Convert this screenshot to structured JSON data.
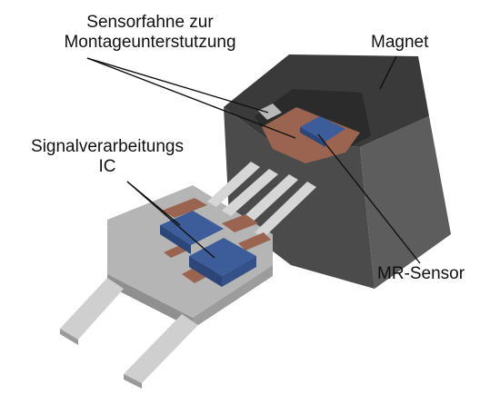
{
  "labels": {
    "sensorfahne_line1": "Sensorfahne zur",
    "sensorfahne_line2": "Montageunterstutzung",
    "magnet": "Magnet",
    "signal_line1": "Signalverarbeitungs",
    "signal_line2": "IC",
    "mr_sensor": "MR-Sensor"
  },
  "colors": {
    "magnet_body": "#4b4b4b",
    "magnet_top": "#3a3a3a",
    "magnet_side": "#5c5c5c",
    "substrate": "#b3b3b3",
    "leads": "#d4d4d4",
    "copper": "#9a6450",
    "chip_blue": "#3d5c9a",
    "leader_line": "#111111"
  }
}
